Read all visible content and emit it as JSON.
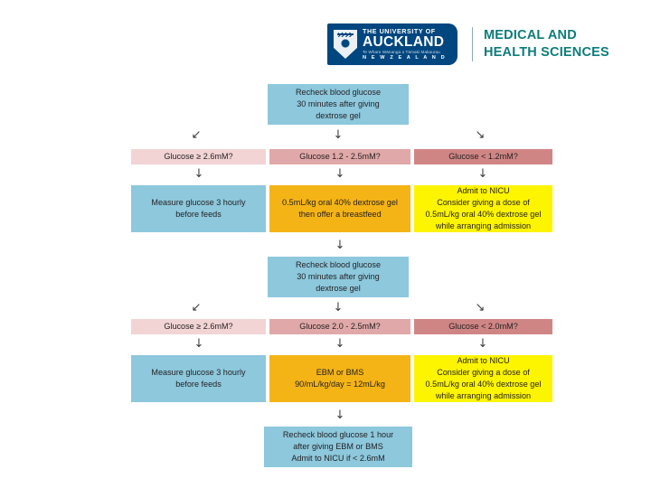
{
  "header": {
    "logo": {
      "crest_icon": "university-crest-icon",
      "line1": "THE UNIVERSITY OF",
      "line2": "AUCKLAND",
      "line3": "Te Whare Wānanga o Tāmaki Makaurau",
      "line4": "N E W   Z E A L A N D",
      "badge_color": "#00467f"
    },
    "faculty_line1": "MEDICAL AND",
    "faculty_line2": "HEALTH SCIENCES",
    "faculty_color": "#0e7c7b"
  },
  "flowchart": {
    "colors": {
      "blue": "#8dc8dd",
      "pink_light": "#f2d4d4",
      "pink_mid": "#e0a8a8",
      "pink_dark": "#d08585",
      "orange": "#f5b416",
      "yellow": "#fdf400"
    },
    "nodes": {
      "recheck1": {
        "lines": [
          "Recheck blood glucose",
          "30 minutes after giving",
          "dextrose gel"
        ]
      },
      "cond1_left": {
        "label": "Glucose ≥ 2.6mM?"
      },
      "cond1_mid": {
        "label": "Glucose 1.2 - 2.5mM?"
      },
      "cond1_right": {
        "label": "Glucose < 1.2mM?"
      },
      "act1_left": {
        "lines": [
          "Measure glucose 3 hourly",
          "before feeds"
        ]
      },
      "act1_mid": {
        "lines": [
          "0.5mL/kg oral 40% dextrose gel",
          "then offer a breastfeed"
        ]
      },
      "act1_right": {
        "lines": [
          "Admit to NICU",
          "Consider giving a dose of",
          "0.5mL/kg oral 40% dextrose gel",
          "while arranging admission"
        ]
      },
      "recheck2": {
        "lines": [
          "Recheck blood glucose",
          "30 minutes after giving",
          "dextrose gel"
        ]
      },
      "cond2_left": {
        "label": "Glucose ≥ 2.6mM?"
      },
      "cond2_mid": {
        "label": "Glucose 2.0 - 2.5mM?"
      },
      "cond2_right": {
        "label": "Glucose < 2.0mM?"
      },
      "act2_left": {
        "lines": [
          "Measure glucose 3 hourly",
          "before feeds"
        ]
      },
      "act2_mid": {
        "lines": [
          "EBM or BMS",
          "90/mL/kg/day = 12mL/kg"
        ]
      },
      "act2_right": {
        "lines": [
          "Admit to NICU",
          "Consider giving a dose of",
          "0.5mL/kg oral 40% dextrose gel",
          "while arranging admission"
        ]
      },
      "final": {
        "lines": [
          "Recheck blood glucose 1 hour",
          "after giving EBM or BMS",
          "Admit to NICU if < 2.6mM"
        ]
      }
    },
    "arrows": {
      "down": "↓",
      "down_left": "↙",
      "down_right": "↘"
    }
  }
}
